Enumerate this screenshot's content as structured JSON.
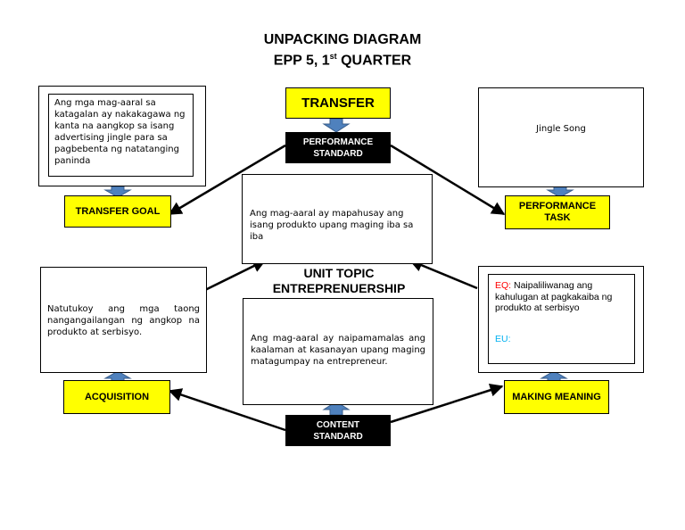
{
  "title": {
    "line1": "UNPACKING DIAGRAM",
    "line2_main": "EPP 5, 1",
    "line2_sup": "st",
    "line2_end": " QUARTER"
  },
  "transfer": {
    "label": "TRANSFER"
  },
  "performance_standard": {
    "line1": "PERFORMANCE",
    "line2": "STANDARD"
  },
  "transfer_goal": {
    "text": "Ang mga mag-aaral sa katagalan ay nakakagawa ng kanta na aangkop sa isang advertising jingle para sa pagbebenta ng natatanging paninda",
    "label": "TRANSFER GOAL"
  },
  "performance_task": {
    "text": "Jingle Song",
    "label_line1": "PERFORMANCE",
    "label_line2": "TASK"
  },
  "performance_standard_text": "Ang mag-aaral ay mapahusay ang isang produkto upang maging iba sa iba",
  "unit_topic": {
    "line1": "UNIT TOPIC",
    "line2": "ENTREPRENUERSHIP"
  },
  "content_standard_text": "Ang mag-aaral ay naipamamalas ang kaalaman at kasanayan upang maging matagumpay na entrepreneur.",
  "content_standard": {
    "line1": "CONTENT",
    "line2": "STANDARD"
  },
  "acquisition": {
    "text": "Natutukoy ang mga taong nangangailangan ng angkop na produkto at serbisyo.",
    "label": "ACQUISITION"
  },
  "making_meaning": {
    "eq_label": "EQ:",
    "eq_text": " Naipaliliwanag ang kahulugan at pagkakaiba ng produkto at serbisyo",
    "eu_label": "EU:",
    "label": "MAKING MEANING"
  },
  "colors": {
    "yellow": "#ffff00",
    "arrow_blue": "#4f81bd",
    "eq_red": "#ff0000",
    "eu_blue": "#00b0f0"
  }
}
